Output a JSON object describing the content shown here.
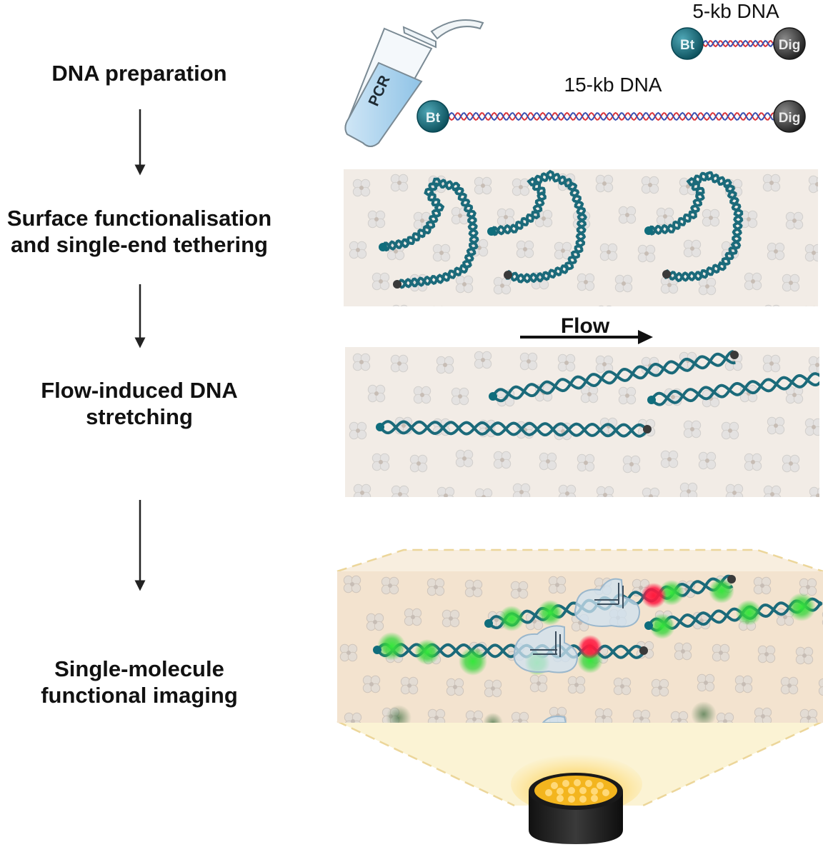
{
  "steps": [
    {
      "line1": "DNA preparation",
      "line2": ""
    },
    {
      "line1": "Surface functionalisation",
      "line2": "and single-end tethering"
    },
    {
      "line1": "Flow-induced DNA",
      "line2": "stretching"
    },
    {
      "line1": "Single-molecule",
      "line2": "functional imaging"
    }
  ],
  "prep": {
    "tube_label": "PCR",
    "short_dna": "5-kb DNA",
    "long_dna": "15-kb DNA",
    "end_biotin": "Bt",
    "end_dig": "Dig"
  },
  "flow_label": "Flow",
  "colors": {
    "dna": "#1b6a7a",
    "biotin": "#0f6d7c",
    "dig": "#3a3a3a",
    "strand_red": "#d9343a",
    "strand_blue": "#3a4fb0",
    "surface": "#f2ece6",
    "imaging_surface": "#f3e3cf",
    "green_dye": "#35d43a",
    "red_dye": "#ff1740",
    "light_cone": "#fbf3d4"
  },
  "icons": [
    "pcr-tube-icon",
    "objective-lens-icon",
    "protein-complex-icon"
  ]
}
